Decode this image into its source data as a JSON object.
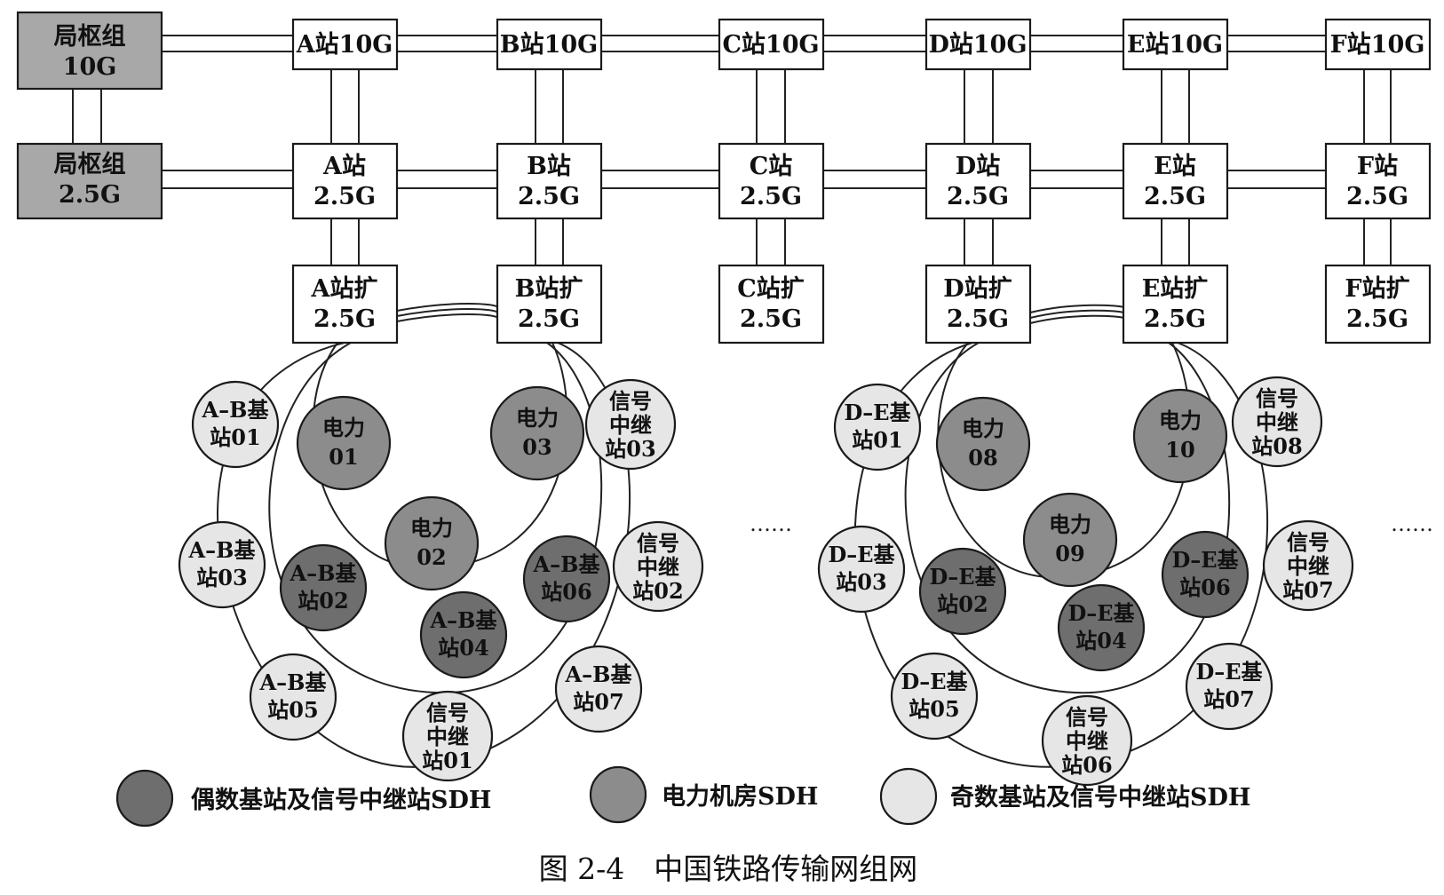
{
  "hubs": {
    "hub10": [
      "局枢组",
      "10G"
    ],
    "hub25": [
      "局枢组",
      "2.5G"
    ]
  },
  "row10": [
    "A站10G",
    "B站10G",
    "C站10G",
    "D站10G",
    "E站10G",
    "F站10G"
  ],
  "row25": [
    [
      "A站",
      "2.5G"
    ],
    [
      "B站",
      "2.5G"
    ],
    [
      "C站",
      "2.5G"
    ],
    [
      "D站",
      "2.5G"
    ],
    [
      "E站",
      "2.5G"
    ],
    [
      "F站",
      "2.5G"
    ]
  ],
  "rowExt": [
    [
      "A站扩",
      "2.5G"
    ],
    [
      "B站扩",
      "2.5G"
    ],
    [
      "C站扩",
      "2.5G"
    ],
    [
      "D站扩",
      "2.5G"
    ],
    [
      "E站扩",
      "2.5G"
    ],
    [
      "F站扩",
      "2.5G"
    ]
  ],
  "ringAB": {
    "ab01": [
      "A–B基",
      "站01"
    ],
    "ab03": [
      "A–B基",
      "站03"
    ],
    "ab05": [
      "A–B基",
      "站05"
    ],
    "ab02": [
      "A–B基",
      "站02"
    ],
    "ab04": [
      "A–B基",
      "站04"
    ],
    "ab06": [
      "A–B基",
      "站06"
    ],
    "ab07": [
      "A–B基",
      "站07"
    ],
    "p01": [
      "电力",
      "01"
    ],
    "p02": [
      "电力",
      "02"
    ],
    "p03": [
      "电力",
      "03"
    ],
    "s01": [
      "信号",
      "中继",
      "站01"
    ],
    "s02": [
      "信号",
      "中继",
      "站02"
    ],
    "s03": [
      "信号",
      "中继",
      "站03"
    ]
  },
  "ringDE": {
    "de01": [
      "D–E基",
      "站01"
    ],
    "de03": [
      "D–E基",
      "站03"
    ],
    "de05": [
      "D–E基",
      "站05"
    ],
    "de02": [
      "D–E基",
      "站02"
    ],
    "de04": [
      "D–E基",
      "站04"
    ],
    "de06": [
      "D–E基",
      "站06"
    ],
    "de07": [
      "D–E基",
      "站07"
    ],
    "p08": [
      "电力",
      "08"
    ],
    "p09": [
      "电力",
      "09"
    ],
    "p10": [
      "电力",
      "10"
    ],
    "s06": [
      "信号",
      "中继",
      "站06"
    ],
    "s07": [
      "信号",
      "中继",
      "站07"
    ],
    "s08": [
      "信号",
      "中继",
      "站08"
    ]
  },
  "ellipsis": "……",
  "legend": {
    "even": "偶数基站及信号中继站SDH",
    "power": "电力机房SDH",
    "odd": "奇数基站及信号中继站SDH"
  },
  "caption": "图 2-4　中国铁路传输网组网",
  "colors": {
    "even": "#6e6e6e",
    "power": "#8c8c8c",
    "odd": "#e6e6e6",
    "hub": "#a8a8a8"
  }
}
